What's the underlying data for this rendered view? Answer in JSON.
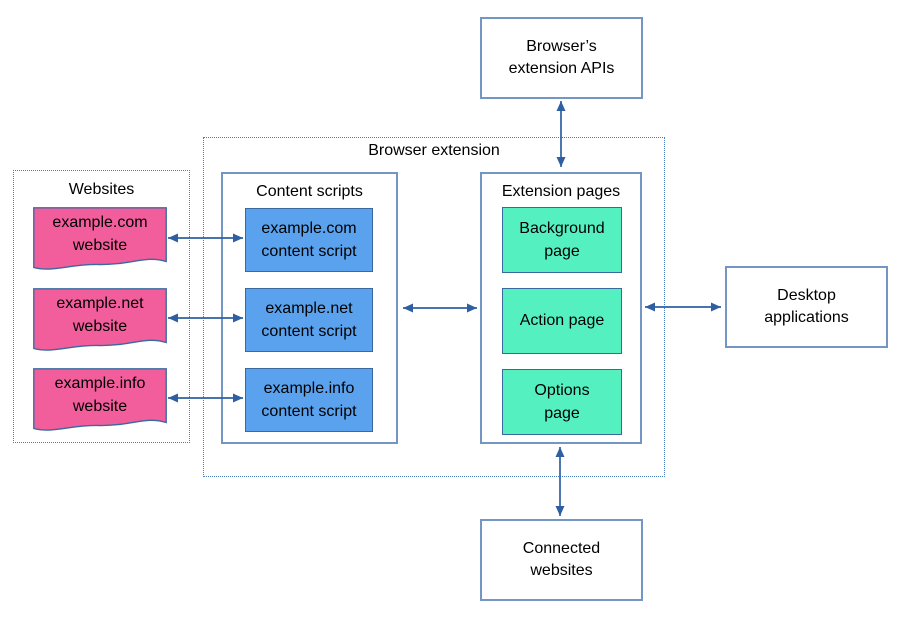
{
  "colors": {
    "bg": "#ffffff",
    "text": "#000000",
    "pink": "#f25d9b",
    "blue": "#5aa2ee",
    "green": "#55f0c0",
    "arrow": "#2e5fa3",
    "box-border": "#7496c4",
    "inner-border": "#3a699f",
    "dotted-border": "#4a7cc0"
  },
  "nodes": {
    "browser_apis": {
      "label": [
        "Browser’s",
        "extension APIs"
      ]
    },
    "browser_extension": {
      "title": "Browser extension"
    },
    "websites": {
      "title": "Websites",
      "items": [
        [
          "example.com",
          "website"
        ],
        [
          "example.net",
          "website"
        ],
        [
          "example.info",
          "website"
        ]
      ]
    },
    "content_scripts": {
      "title": "Content scripts",
      "items": [
        [
          "example.com",
          "content script"
        ],
        [
          "example.net",
          "content script"
        ],
        [
          "example.info",
          "content script"
        ]
      ]
    },
    "extension_pages": {
      "title": "Extension pages",
      "items": [
        [
          "Background",
          "page"
        ],
        [
          "Action page"
        ],
        [
          "Options",
          "page"
        ]
      ]
    },
    "desktop_applications": {
      "label": [
        "Desktop",
        "applications"
      ]
    },
    "connected_websites": {
      "label": [
        "Connected",
        "websites"
      ]
    }
  }
}
